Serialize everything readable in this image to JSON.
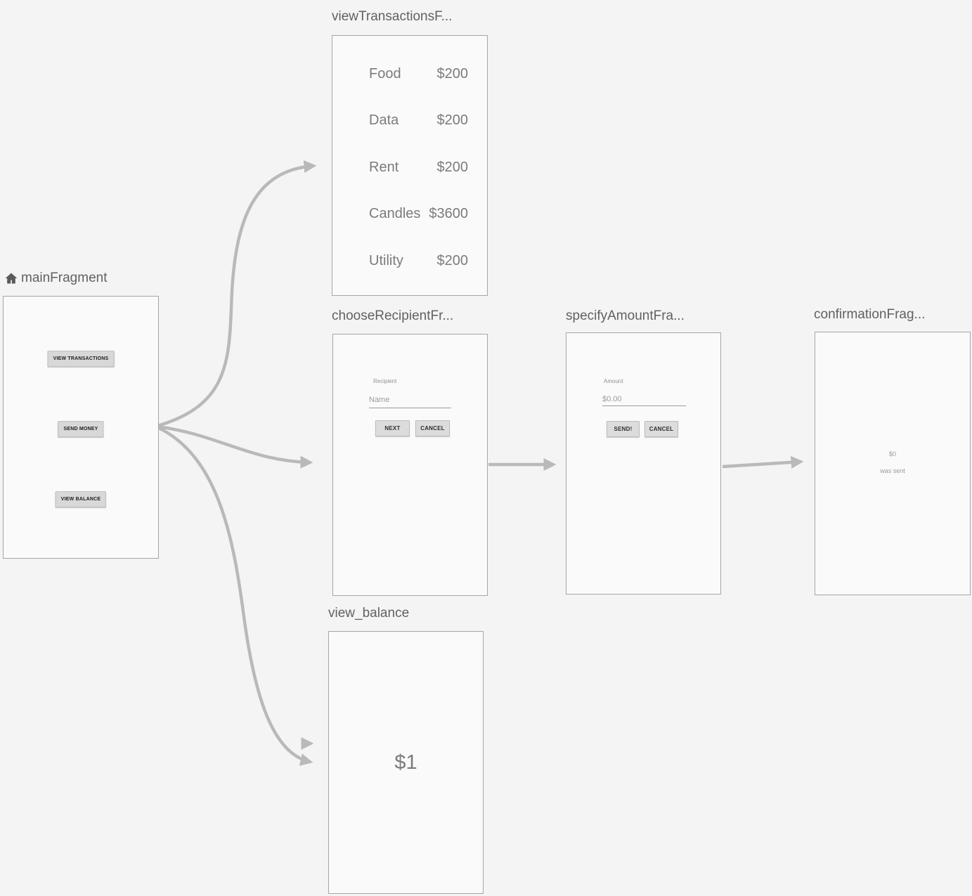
{
  "colors": {
    "canvas_bg": "#f4f4f4",
    "card_bg": "#fafafa",
    "card_border": "#a6a6a6",
    "arrow_color": "#b9b9b9",
    "title_text": "#616161",
    "preview_text": "#7b7b7b",
    "button_bg": "#d8d8d8"
  },
  "main_fragment": {
    "title": "mainFragment",
    "buttons": [
      {
        "label": "VIEW TRANSACTIONS"
      },
      {
        "label": "SEND MONEY"
      },
      {
        "label": "VIEW BALANCE"
      }
    ]
  },
  "view_transactions": {
    "title": "viewTransactionsF...",
    "rows": [
      {
        "label": "Food",
        "amount": "$200"
      },
      {
        "label": "Data",
        "amount": "$200"
      },
      {
        "label": "Rent",
        "amount": "$200"
      },
      {
        "label": "Candles",
        "amount": "$3600"
      },
      {
        "label": "Utility",
        "amount": "$200"
      }
    ]
  },
  "choose_recipient": {
    "title": "chooseRecipientFr...",
    "field_label": "Recipient",
    "input_placeholder": "Name",
    "buttons": [
      {
        "label": "NEXT"
      },
      {
        "label": "CANCEL"
      }
    ]
  },
  "specify_amount": {
    "title": "specifyAmountFra...",
    "field_label": "Amount",
    "input_placeholder": "$0.00",
    "buttons": [
      {
        "label": "SEND!"
      },
      {
        "label": "CANCEL"
      }
    ]
  },
  "confirmation": {
    "title": "confirmationFrag...",
    "amount": "$0",
    "message": "was sent"
  },
  "view_balance": {
    "title": "view_balance",
    "balance": "$1"
  }
}
